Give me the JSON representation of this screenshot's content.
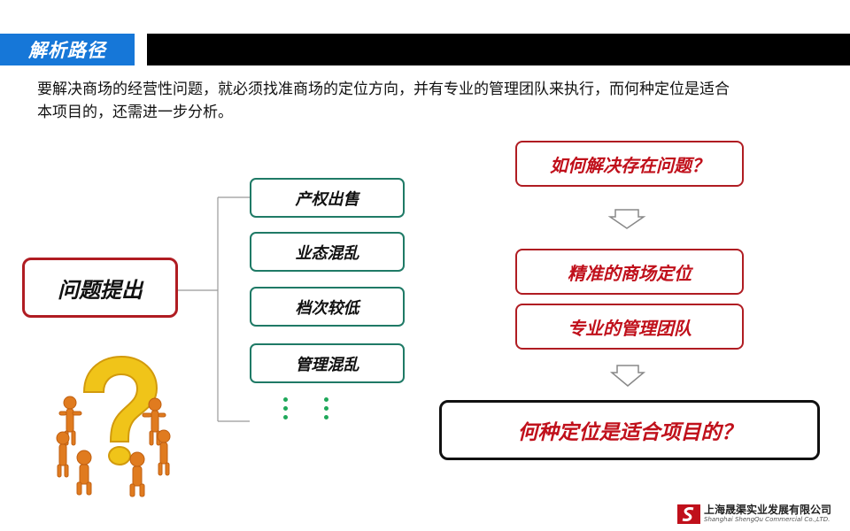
{
  "header": {
    "title": "解析路径"
  },
  "intro": {
    "line1": "要解决商场的经营性问题，就必须找准商场的定位方向，并有专业的管理团队来执行，而何种定位是适合",
    "line2": "本项目的，还需进一步分析。"
  },
  "problem": {
    "label": "问题提出"
  },
  "issues": [
    "产权出售",
    "业态混乱",
    "档次较低",
    "管理混乱"
  ],
  "right": {
    "question": "如何解决存在问题？",
    "solution1": "精准的商场定位",
    "solution2": "专业的管理团队",
    "final": "何种定位是适合项目的？"
  },
  "logo": {
    "cn": "上海晟渠实业发展有限公司",
    "en": "Shanghai ShengQu Commercial Co.,LTD."
  },
  "colors": {
    "accent_blue": "#1677d8",
    "red": "#b01c22",
    "teal": "#1f7a66",
    "figure": "#e07b1f",
    "question_mark": "#f0c419"
  }
}
